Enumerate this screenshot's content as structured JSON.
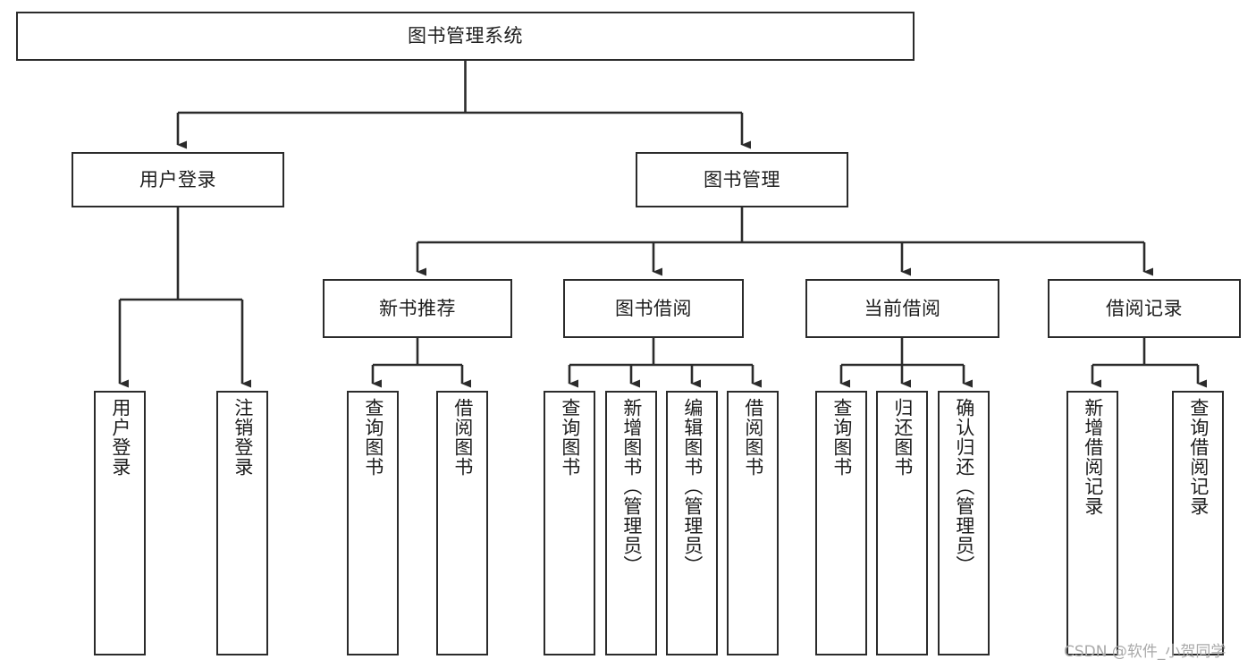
{
  "diagram": {
    "title": "图书管理系统",
    "type": "tree",
    "colors": {
      "node_border": "#2b2b2b",
      "node_fill": "#ffffff",
      "edge": "#2b2b2b",
      "text": "#1d1d1d",
      "watermark": "#a9a9a9",
      "background": "#ffffff"
    },
    "nodes": {
      "root": {
        "label": "图书管理系统"
      },
      "level1": [
        {
          "label": "用户登录"
        },
        {
          "label": "图书管理"
        }
      ],
      "level2": [
        {
          "label": "新书推荐"
        },
        {
          "label": "图书借阅"
        },
        {
          "label": "当前借阅"
        },
        {
          "label": "借阅记录"
        }
      ],
      "leaves": {
        "user_login": [
          {
            "label": "用户登录"
          },
          {
            "label": "注销登录"
          }
        ],
        "new_book_recommend": [
          {
            "label": "查询图书"
          },
          {
            "label": "借阅图书"
          }
        ],
        "book_borrow": [
          {
            "label": "查询图书"
          },
          {
            "label": "新增图书（管理员）"
          },
          {
            "label": "编辑图书（管理员）"
          },
          {
            "label": "借阅图书"
          }
        ],
        "current_borrow": [
          {
            "label": "查询图书"
          },
          {
            "label": "归还图书"
          },
          {
            "label": "确认归还（管理员）"
          }
        ],
        "borrow_record": [
          {
            "label": "新增借阅记录"
          },
          {
            "label": "查询借阅记录"
          }
        ]
      }
    },
    "watermark": "CSDN @软件_小贺同学"
  }
}
